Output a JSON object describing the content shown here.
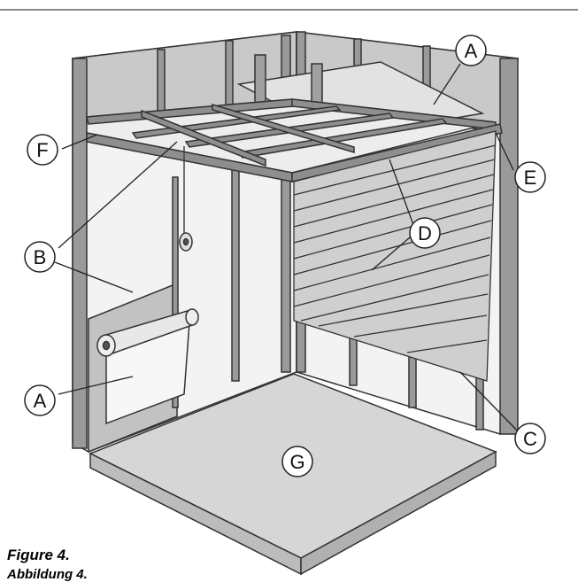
{
  "figure": {
    "caption_line1": "Figure 4.",
    "caption_line2": "Abbildung 4."
  },
  "callouts": {
    "A": "A",
    "B": "B",
    "C": "C",
    "D": "D",
    "E": "E",
    "F": "F",
    "G": "G"
  },
  "colors": {
    "wall_light": "#f0f0f0",
    "wall_mid": "#d3d3d3",
    "wall_dark": "#a9a9a9",
    "stud": "#8f8f8f",
    "outline": "#333333",
    "floor_top": "#d6d6d6",
    "floor_edge": "#bcbcbc"
  }
}
